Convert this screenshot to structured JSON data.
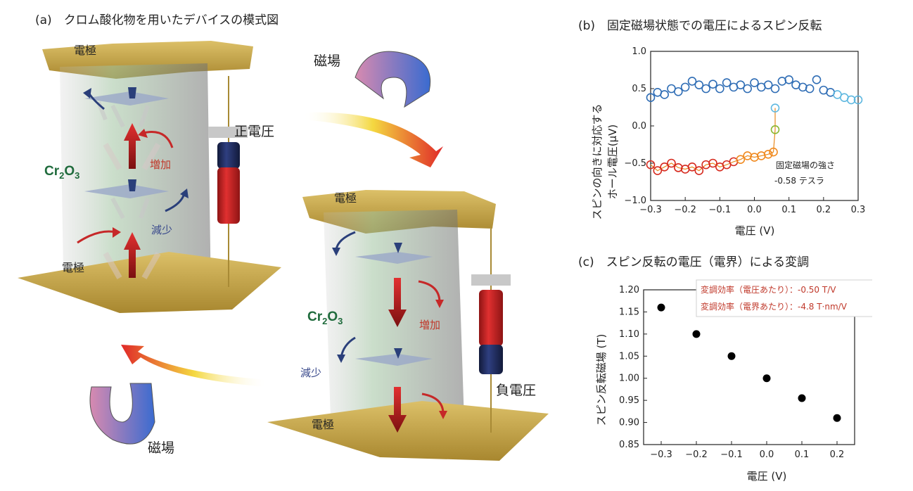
{
  "panel_a": {
    "title": "(a)　クロム酸化物を用いたデバイスの模式図",
    "electrode": "電極",
    "magnetic_field": "磁場",
    "positive_voltage": "正電圧",
    "negative_voltage": "負電圧",
    "increase": "増加",
    "decrease": "減少",
    "material": {
      "main": "Cr",
      "sub1": "2",
      "mid": "O",
      "sub2": "3"
    }
  },
  "panel_b": {
    "title": "(b)　固定磁場状態での電圧によるスピン反転",
    "annotation_1": "固定磁場の強さ",
    "annotation_2": "-0.58 テスラ"
  },
  "panel_c": {
    "title": "(c)　スピン反転の電圧（電界）による変調",
    "note_1": "変調効率（電圧あたり）：-0.50 T/V",
    "note_2": "変調効率（電界あたり）：-4.8 T·nm/V"
  },
  "colors": {
    "electrode_gold": "#c9a845",
    "spin_red": "#c62828",
    "spin_blue": "#2a3f7a",
    "upper_branch": "#2f6db5",
    "lower_branch": "#d62a1e",
    "note_red": "#c0392b"
  },
  "chart_data": [
    {
      "type": "scatter",
      "title": "",
      "xlabel": "電圧 (V)",
      "ylabel": "スピンの向きに対応する\nホール電圧(μV)",
      "ylabel_line1": "スピンの向きに対応する",
      "ylabel_line2": "ホール電圧(μV)",
      "xlim": [
        -0.3,
        0.3
      ],
      "ylim": [
        -1.0,
        1.0
      ],
      "xticks": [
        "−0.3",
        "−0.2",
        "−0.1",
        "0.0",
        "0.1",
        "0.2",
        "0.3"
      ],
      "yticks": [
        "1.0",
        "0.5",
        "0.0",
        "−0.5",
        "−1.0"
      ],
      "series": [
        {
          "x": [
            -0.3,
            -0.28,
            -0.26,
            -0.24,
            -0.22,
            -0.2,
            -0.18,
            -0.16,
            -0.14,
            -0.12,
            -0.1,
            -0.08,
            -0.06,
            -0.04,
            -0.02,
            0.0,
            0.02,
            0.04,
            0.06,
            0.08,
            0.1,
            0.12,
            0.14,
            0.16,
            0.18,
            0.2,
            0.22,
            0.24,
            0.26,
            0.28,
            0.3
          ],
          "y": [
            0.38,
            0.45,
            0.42,
            0.5,
            0.46,
            0.52,
            0.6,
            0.55,
            0.5,
            0.56,
            0.5,
            0.58,
            0.52,
            0.55,
            0.5,
            0.58,
            0.52,
            0.55,
            0.5,
            0.6,
            0.62,
            0.55,
            0.52,
            0.5,
            0.62,
            0.48,
            0.45,
            0.42,
            0.38,
            0.35,
            0.35
          ]
        },
        {
          "x": [
            -0.3,
            -0.28,
            -0.26,
            -0.24,
            -0.22,
            -0.2,
            -0.18,
            -0.16,
            -0.14,
            -0.12,
            -0.1,
            -0.08,
            -0.06,
            -0.04,
            -0.02,
            0.0,
            0.02,
            0.04,
            0.055,
            0.06,
            0.06
          ],
          "y": [
            -0.52,
            -0.6,
            -0.55,
            -0.5,
            -0.56,
            -0.58,
            -0.55,
            -0.6,
            -0.52,
            -0.5,
            -0.55,
            -0.52,
            -0.48,
            -0.45,
            -0.4,
            -0.42,
            -0.4,
            -0.38,
            -0.35,
            -0.05,
            0.24
          ]
        }
      ]
    },
    {
      "type": "scatter",
      "title": "",
      "xlabel": "電圧 (V)",
      "ylabel": "スピン反転磁場 (T)",
      "xlim": [
        -0.35,
        0.25
      ],
      "ylim": [
        0.85,
        1.2
      ],
      "xticks": [
        "−0.3",
        "−0.2",
        "−0.1",
        "0.0",
        "0.1",
        "0.2"
      ],
      "yticks": [
        "1.20",
        "1.15",
        "1.10",
        "1.05",
        "1.00",
        "0.95",
        "0.90",
        "0.85"
      ],
      "x": [
        -0.3,
        -0.2,
        -0.1,
        0.0,
        0.1,
        0.2
      ],
      "y": [
        1.16,
        1.1,
        1.05,
        1.0,
        0.955,
        0.91
      ]
    }
  ]
}
